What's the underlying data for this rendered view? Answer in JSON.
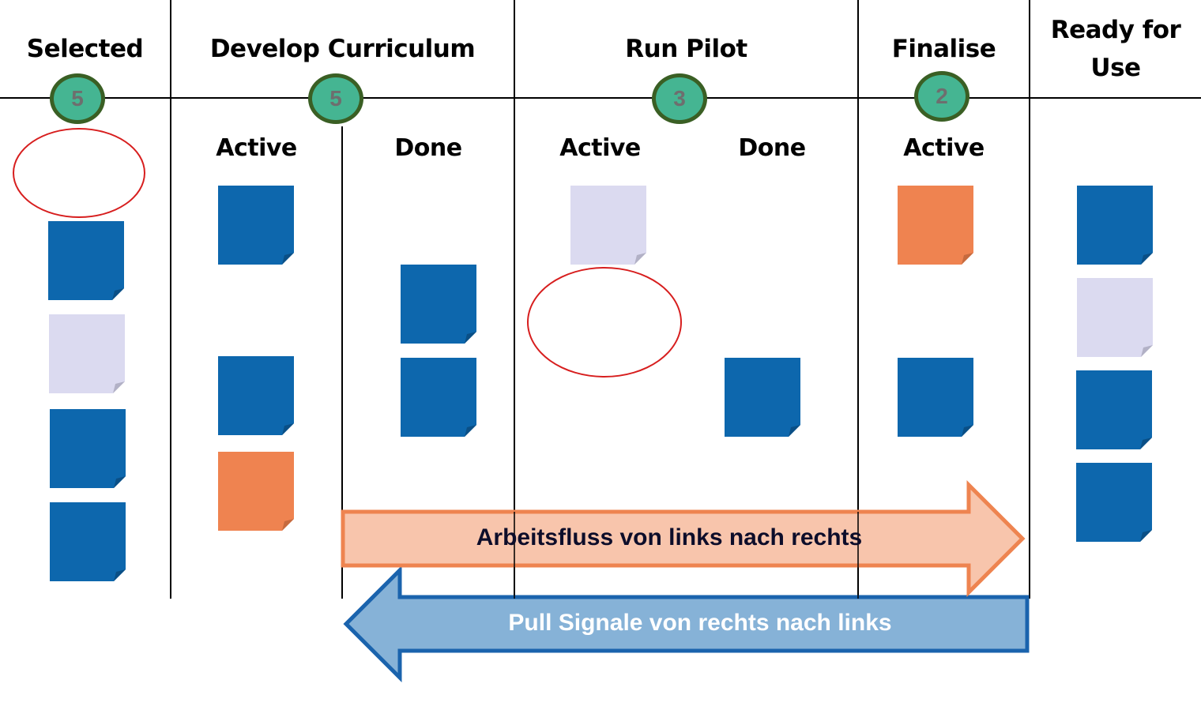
{
  "board": {
    "colors": {
      "card_blue": "#0d67ad",
      "card_blue_fold": "#0a4f86",
      "card_lavender": "#dbdaf0",
      "card_lavender_fold": "#b2b1c6",
      "card_orange": "#ef8350",
      "card_orange_fold": "#c66a3e",
      "wip_fill": "#45b592",
      "wip_border": "#3a5f24",
      "wip_text": "#6e6e6e",
      "blocker_outline": "#d71e1e",
      "flow_arrow_fill": "#f7c0a5",
      "flow_arrow_border": "#ee8450",
      "pull_arrow_fill": "#86b2d7",
      "pull_arrow_border": "#1a63ad"
    },
    "columns": [
      {
        "title": "Selected",
        "wip_limit": "5",
        "lanes": [
          {
            "label": "",
            "cards": [
              "blocker",
              "blue",
              "lavender",
              "blue",
              "blue"
            ]
          }
        ]
      },
      {
        "title": "Develop Curriculum",
        "wip_limit": "5",
        "lanes": [
          {
            "label": "Active",
            "cards": [
              "blue",
              "blue",
              "orange"
            ]
          },
          {
            "label": "Done",
            "cards": [
              "blue",
              "blue"
            ]
          }
        ]
      },
      {
        "title": "Run Pilot",
        "wip_limit": "3",
        "lanes": [
          {
            "label": "Active",
            "cards": [
              "lavender",
              "blocker"
            ]
          },
          {
            "label": "Done",
            "cards": [
              "blue"
            ]
          }
        ]
      },
      {
        "title": "Finalise",
        "wip_limit": "2",
        "lanes": [
          {
            "label": "Active",
            "cards": [
              "orange",
              "blue"
            ]
          }
        ]
      },
      {
        "title": "Ready for Use",
        "title_lines": [
          "Ready for",
          "Use"
        ],
        "wip_limit": "",
        "lanes": [
          {
            "label": "",
            "cards": [
              "blue",
              "lavender",
              "blue",
              "blue"
            ]
          }
        ]
      }
    ]
  },
  "arrows": {
    "flow": {
      "label": "Arbeitsfluss von links nach rechts",
      "direction": "right",
      "text_color": "#0d0d2a"
    },
    "pull": {
      "label": "Pull Signale von rechts nach links",
      "direction": "left",
      "text_color": "#ffffff"
    }
  }
}
